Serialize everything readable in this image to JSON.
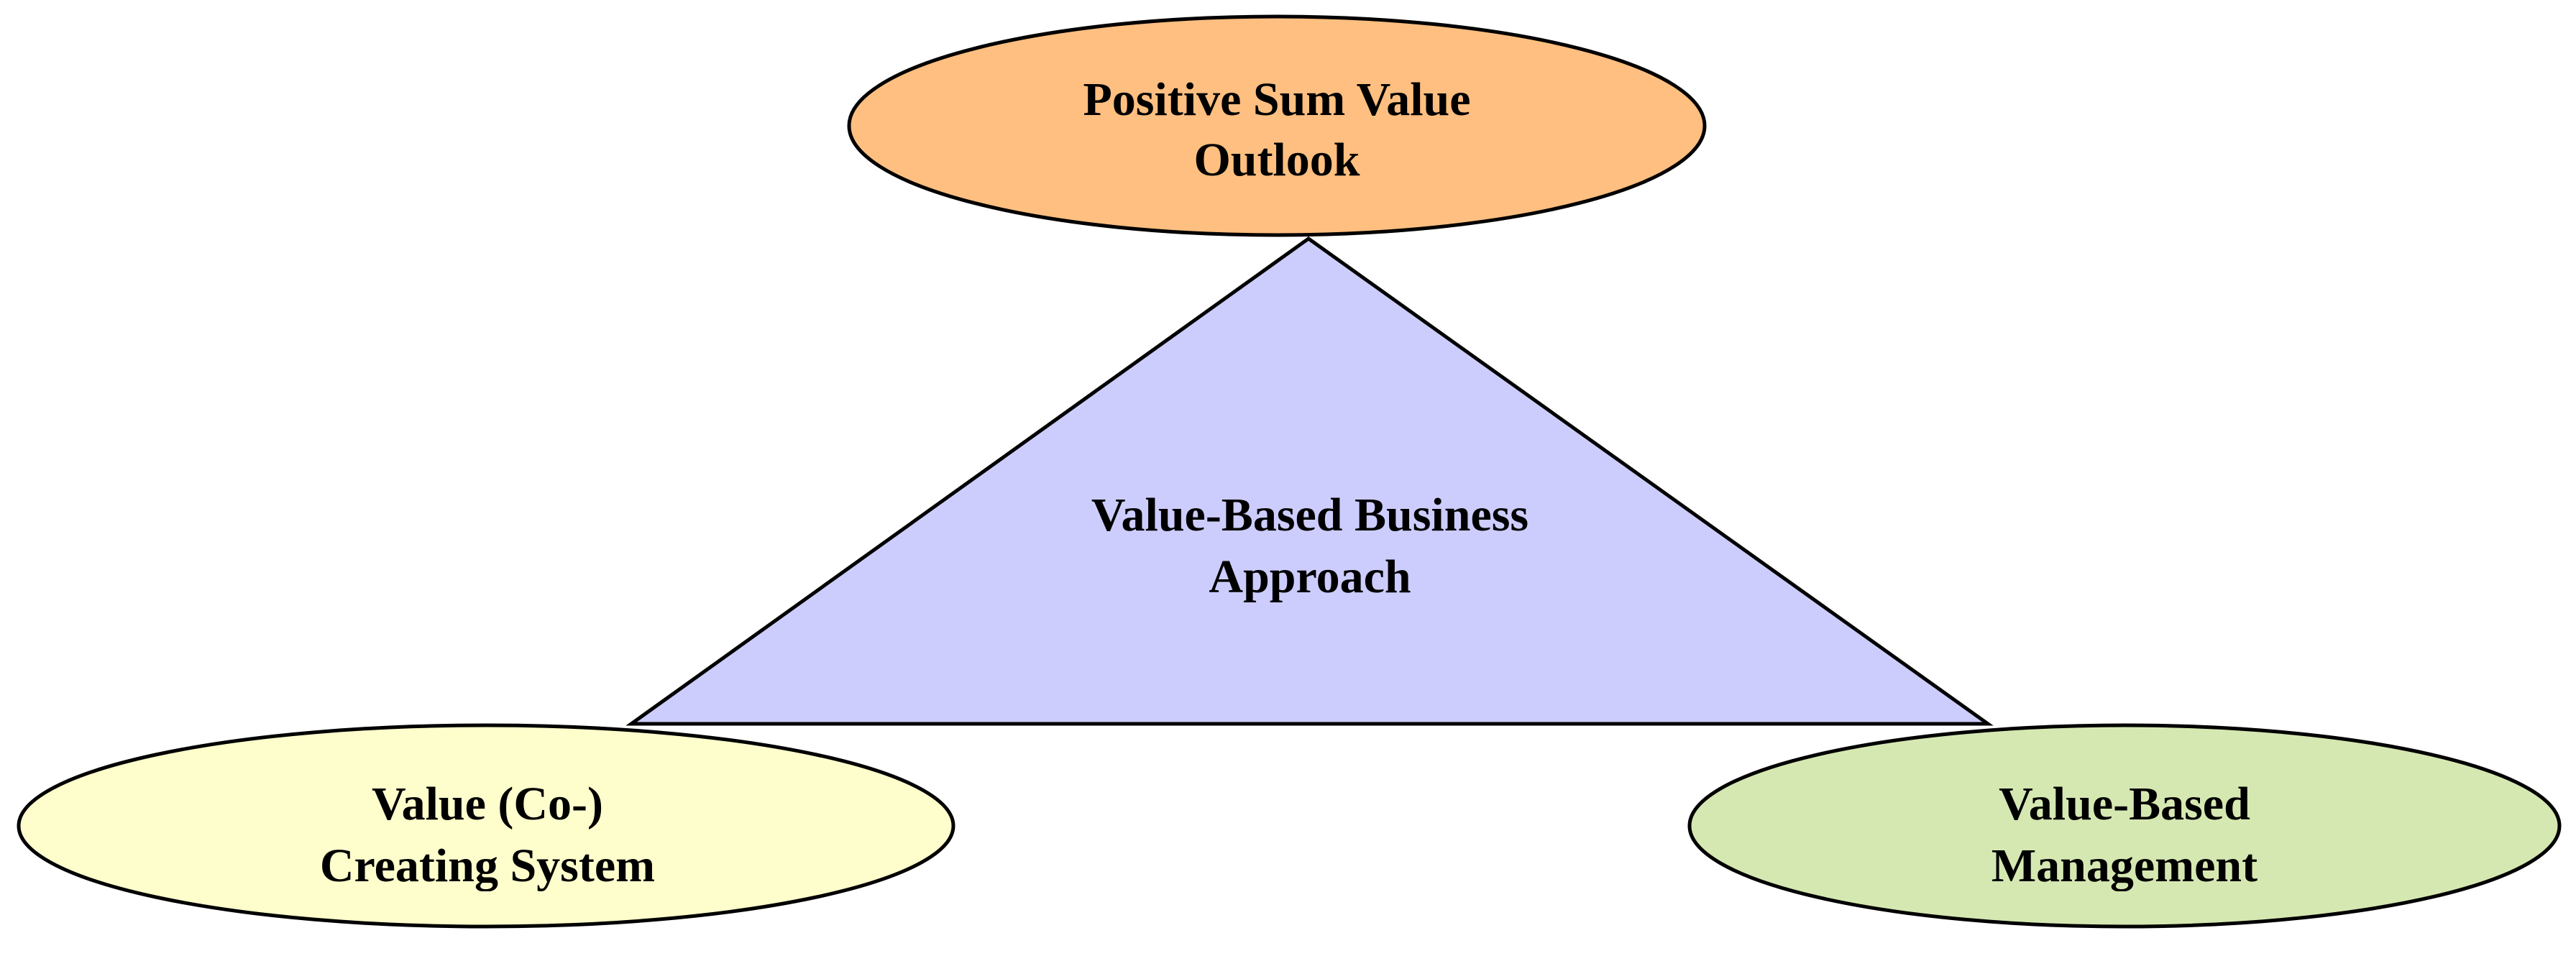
{
  "nodes": {
    "top": {
      "line1": "Positive Sum Value",
      "line2": "Outlook",
      "fill": "#ffbf80"
    },
    "center": {
      "line1": "Value-Based Business",
      "line2": "Approach",
      "fill": "#cccdfd"
    },
    "left": {
      "line1": "Value (Co-)",
      "line2": "Creating System",
      "fill": "#fefecc"
    },
    "right": {
      "line1": "Value-Based",
      "line2": "Management",
      "fill": "#d6e8b2"
    }
  },
  "stroke_color": "#000000"
}
